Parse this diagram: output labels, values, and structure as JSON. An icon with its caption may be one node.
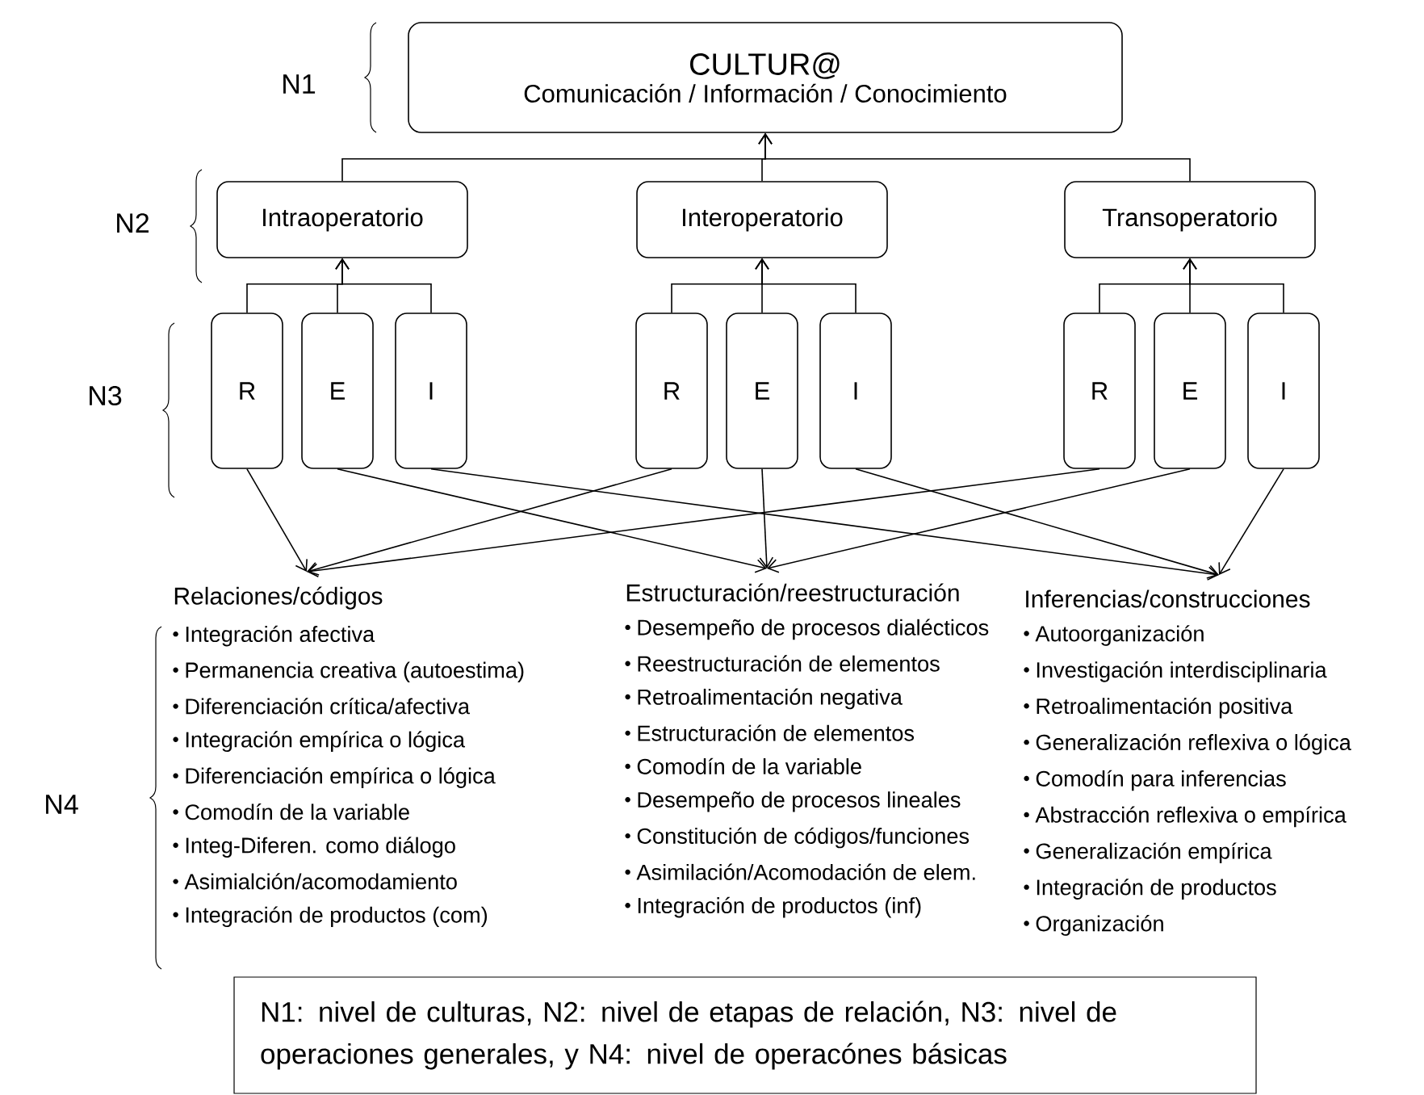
{
  "diagram": {
    "nodes": [
      {
        "text": [
          "CULTUR@",
          "Comunicación / Información / Conocimiento"
        ]
      },
      {
        "text": [
          "Intraoperatorio"
        ]
      },
      {
        "text": [
          "Interoperatorio"
        ]
      },
      {
        "text": [
          "Transoperatorio"
        ]
      },
      {
        "text": [
          "R"
        ]
      },
      {
        "text": [
          "E"
        ]
      },
      {
        "text": [
          "I"
        ]
      },
      {
        "text": [
          "R"
        ]
      },
      {
        "text": [
          "E"
        ]
      },
      {
        "text": [
          "I"
        ]
      },
      {
        "text": [
          "R"
        ]
      },
      {
        "text": [
          "E"
        ]
      },
      {
        "text": [
          "I"
        ]
      },
      {
        "text": [
          "Relaciones/códigos",
          "Integración afectiva",
          "Permanencia creativa (autoestima)",
          "Diferenciación crítica/afectiva",
          "Integración empírica o lógica",
          "Diferenciación empírica o lógica",
          "Comodín de la variable",
          "Integ-Diferen. como diálogo",
          "Asimialción/acomodamiento",
          "Integración de productos (com)"
        ]
      },
      {
        "text": [
          "Estructuración/reestructuración",
          "Desempeño de procesos dialécticos",
          "Reestructuración de elementos",
          "Retroalimentación negativa",
          "Estructuración de elementos",
          "Comodín de la variable",
          "Desempeño de procesos lineales",
          "Constitución de códigos/funciones",
          "Asimilación/Acomodación de elem.",
          "Integración de productos (inf)"
        ]
      },
      {
        "text": [
          "Inferencias/construcciones",
          "Autoorganización",
          "Investigación interdisciplinaria",
          "Retroalimentación positiva",
          "Generalización reflexiva o lógica",
          "Comodín para inferencias",
          "Abstracción reflexiva o empírica",
          "Generalización empírica",
          "Integración de productos",
          "Organización"
        ]
      },
      {
        "text": [
          "N1: nivel de culturas, N2: nivel de etapas de relación, N3: nivel de operaciones generales, y N4: nivel de operacónes básicas"
        ]
      }
    ],
    "edges": [
      {
        "from": 1,
        "to": 0,
        "arrow": "to"
      },
      {
        "from": 2,
        "to": 0,
        "arrow": "to"
      },
      {
        "from": 3,
        "to": 0,
        "arrow": "to"
      },
      {
        "from": 4,
        "to": 1,
        "arrow": "to"
      },
      {
        "from": 5,
        "to": 1,
        "arrow": "to"
      },
      {
        "from": 6,
        "to": 1,
        "arrow": "to"
      },
      {
        "from": 7,
        "to": 2,
        "arrow": "to"
      },
      {
        "from": 8,
        "to": 2,
        "arrow": "to"
      },
      {
        "from": 9,
        "to": 2,
        "arrow": "to"
      },
      {
        "from": 10,
        "to": 3,
        "arrow": "to"
      },
      {
        "from": 11,
        "to": 3,
        "arrow": "to"
      },
      {
        "from": 12,
        "to": 3,
        "arrow": "to"
      },
      {
        "from": 4,
        "to": 13,
        "arrow": "to"
      },
      {
        "from": 5,
        "to": 14,
        "arrow": "to"
      },
      {
        "from": 6,
        "to": 15,
        "arrow": "to"
      },
      {
        "from": 7,
        "to": 13,
        "arrow": "to"
      },
      {
        "from": 8,
        "to": 14,
        "arrow": "to"
      },
      {
        "from": 9,
        "to": 15,
        "arrow": "to"
      },
      {
        "from": 10,
        "to": 13,
        "arrow": "to"
      },
      {
        "from": 11,
        "to": 14,
        "arrow": "to"
      },
      {
        "from": 12,
        "to": 15,
        "arrow": "to"
      }
    ],
    "labels": [
      "N1",
      "N2",
      "N3",
      "N4"
    ]
  }
}
